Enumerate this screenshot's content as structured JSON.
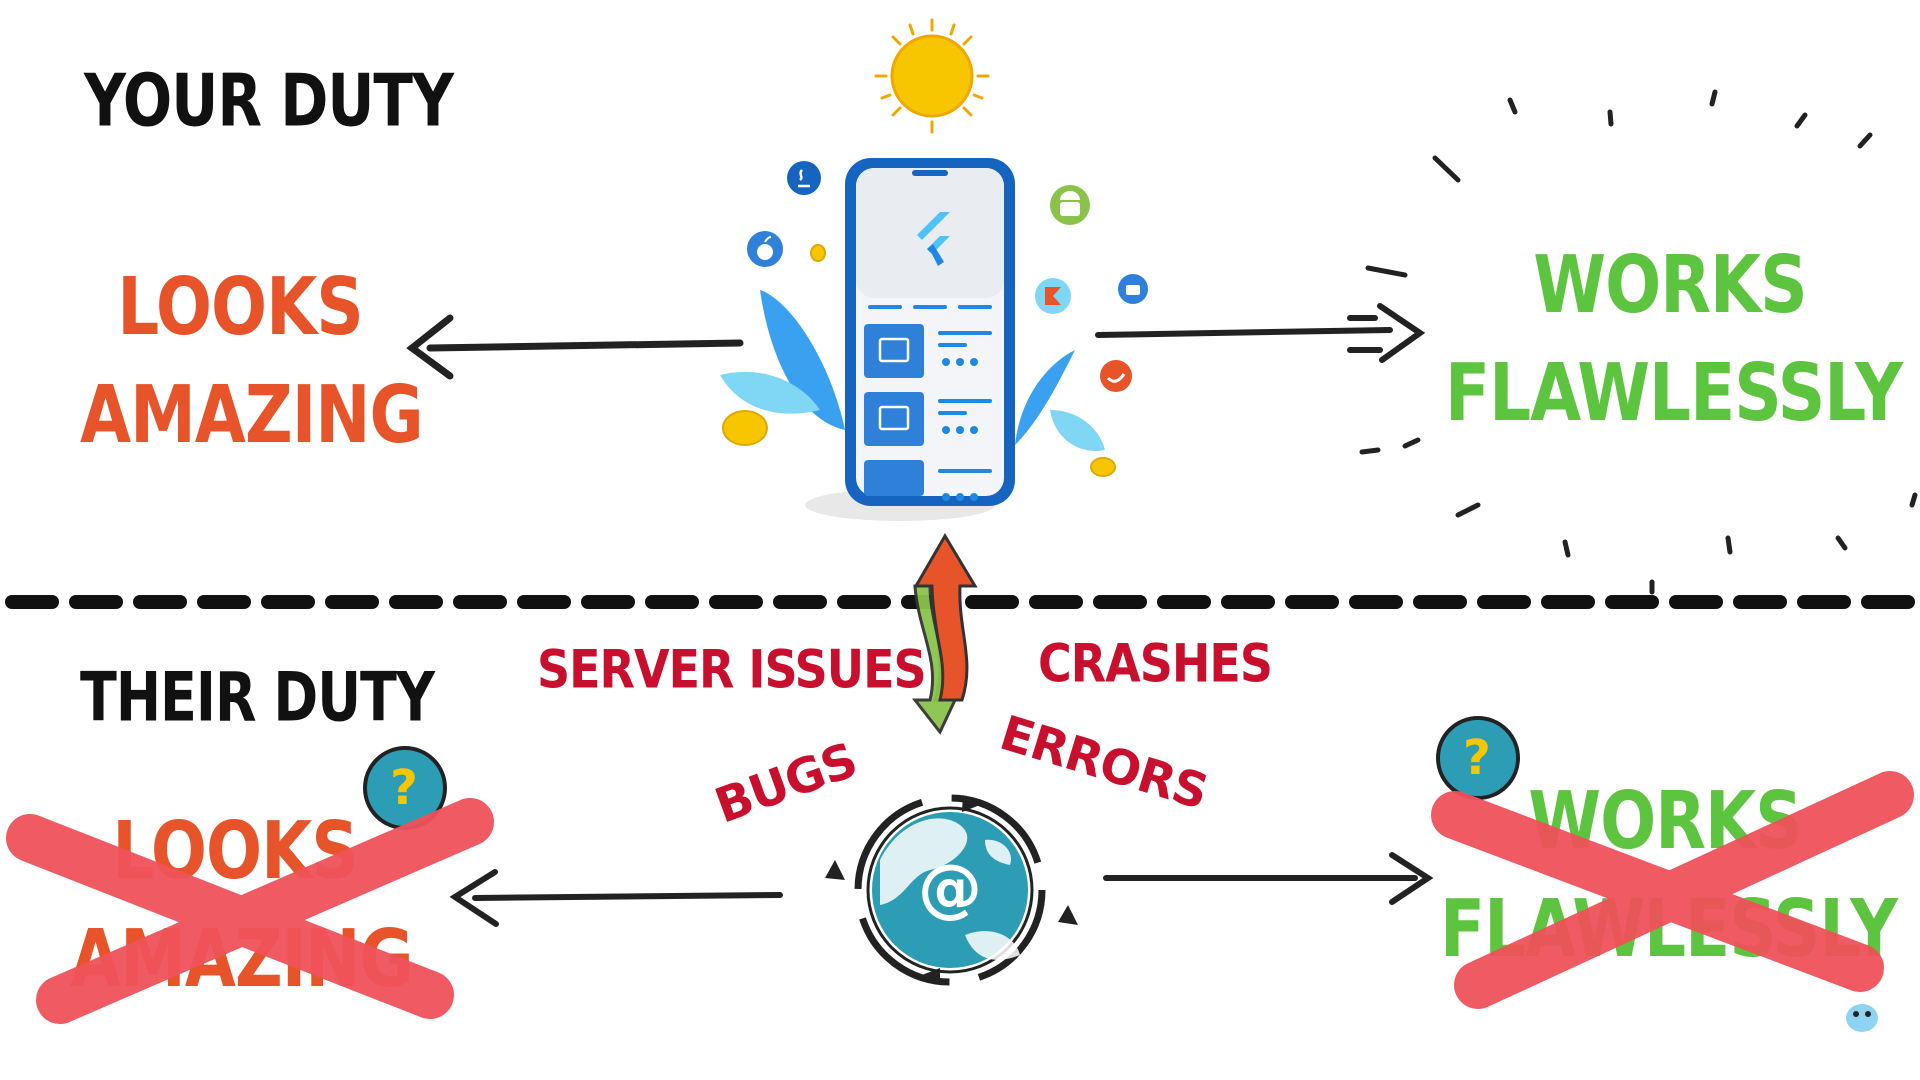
{
  "headings": {
    "your_duty": "YOUR DUTY",
    "their_duty": "THEIR DUTY"
  },
  "top": {
    "left": {
      "line1": "LOOKS",
      "line2": "AMAZING"
    },
    "right": {
      "line1": "WORKS",
      "line2": "FLAWLESSLY"
    }
  },
  "bottom": {
    "left": {
      "line1": "LOOKS",
      "line2": "AMAZING"
    },
    "right": {
      "line1": "WORKS",
      "line2": "FLAWLESSLY"
    }
  },
  "issues": {
    "server": "SERVER ISSUES",
    "crashes": "CRASHES",
    "errors": "ERRORS",
    "bugs": "BUGS"
  },
  "globe_symbol": "@",
  "question_mark": "?",
  "colors": {
    "orange": "#e8542a",
    "green": "#5cc43e",
    "crimson": "#c8102e",
    "cross_red": "#f0525a",
    "teal": "#2d9db5",
    "phone_blue": "#1565c0",
    "sun": "#f7c600"
  },
  "icons": [
    "sun-icon",
    "phone-icon",
    "globe-icon",
    "flutter-icon",
    "apple-icon",
    "android-icon",
    "java-icon",
    "kotlin-icon",
    "swift-icon",
    "like-icon",
    "question-icon",
    "mascot-icon"
  ]
}
